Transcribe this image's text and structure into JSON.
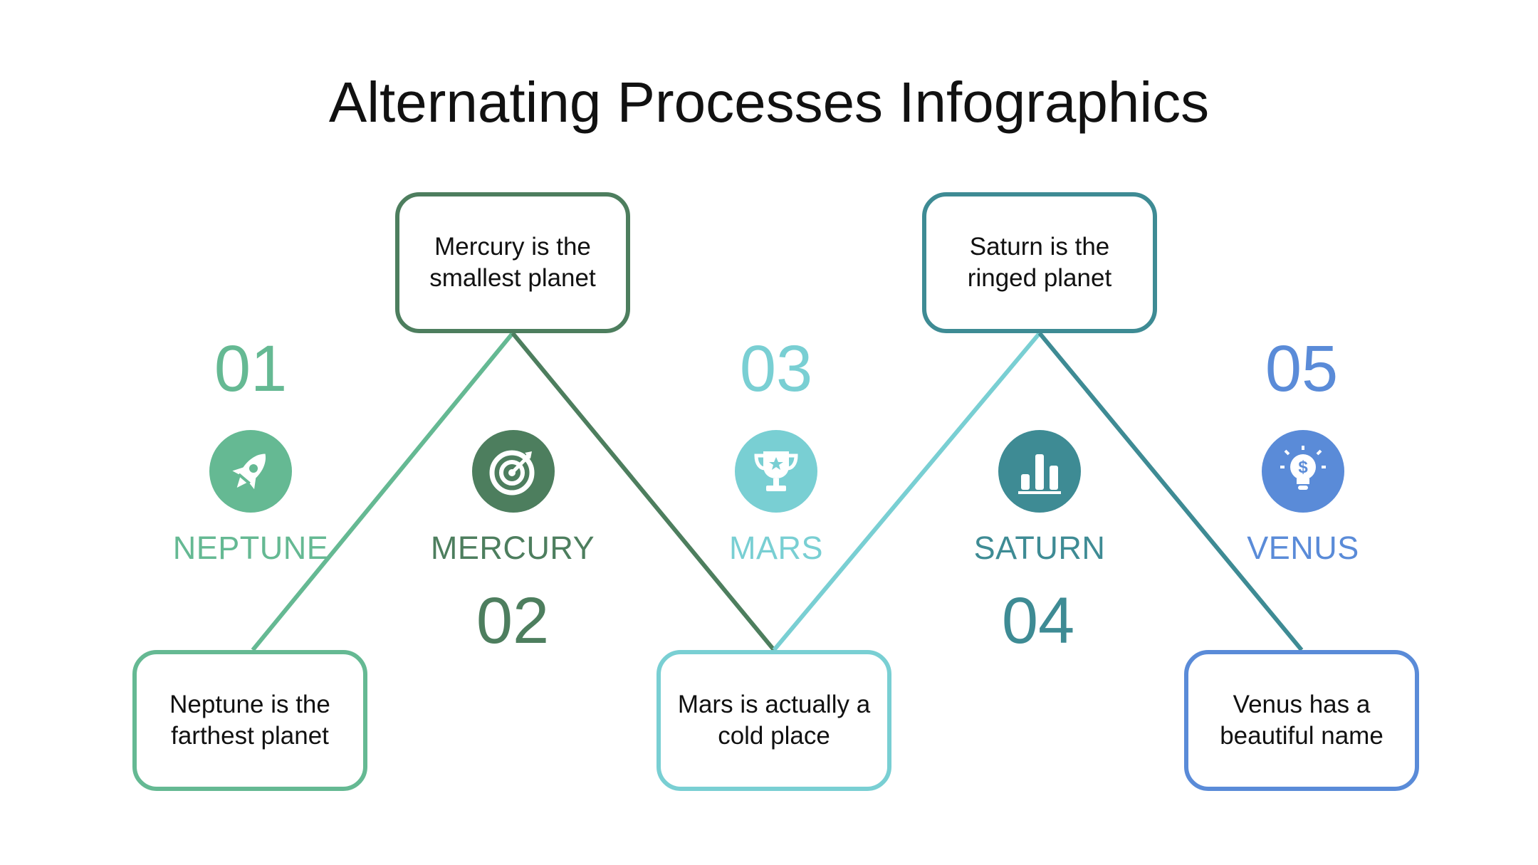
{
  "title": "Alternating Processes Infographics",
  "colors": {
    "neptune": "#65b993",
    "mercury": "#4d7e5e",
    "mars": "#79cfd3",
    "saturn": "#3e8b94",
    "venus": "#5a8bd8"
  },
  "steps": [
    {
      "number": "01",
      "label": "NEPTUNE",
      "text": "Neptune is the farthest planet",
      "icon": "rocket-icon"
    },
    {
      "number": "02",
      "label": "MERCURY",
      "text": "Mercury is the smallest planet",
      "icon": "target-icon"
    },
    {
      "number": "03",
      "label": "MARS",
      "text": "Mars is actually a cold place",
      "icon": "trophy-icon"
    },
    {
      "number": "04",
      "label": "SATURN",
      "text": "Saturn is the ringed planet",
      "icon": "bar-chart-icon"
    },
    {
      "number": "05",
      "label": "VENUS",
      "text": "Venus has a beautiful name",
      "icon": "lightbulb-dollar-icon"
    }
  ]
}
